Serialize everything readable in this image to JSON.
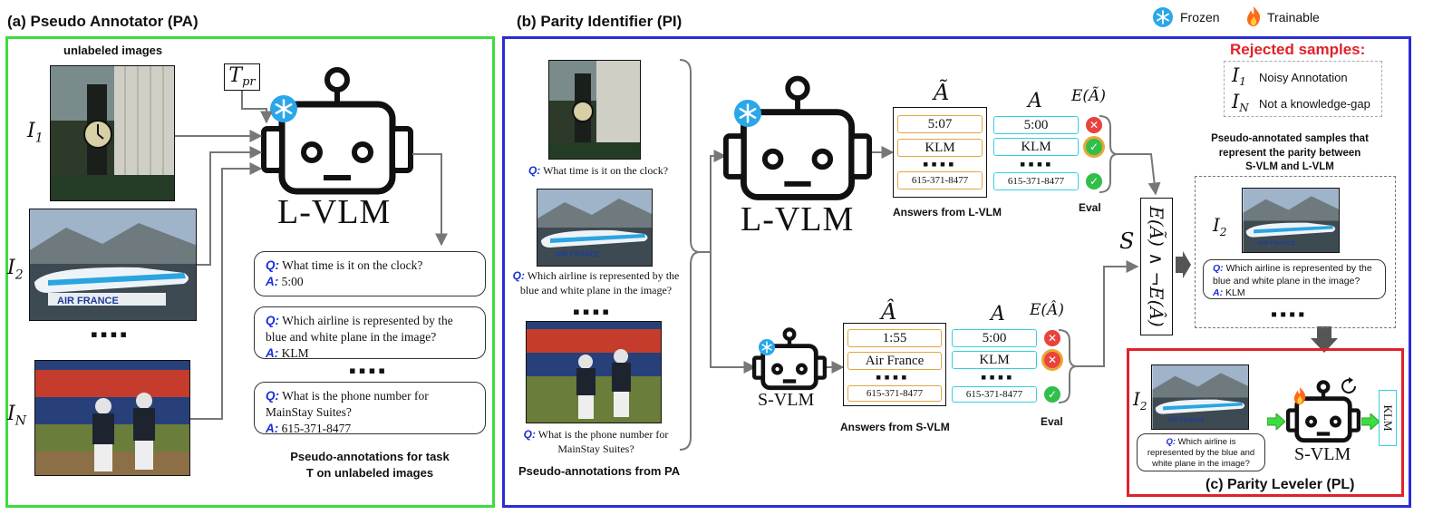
{
  "legend": {
    "frozen": "Frozen",
    "trainable": "Trainable"
  },
  "panel_a": {
    "title": "(a) Pseudo Annotator (PA)",
    "images_caption": "unlabeled images",
    "labels": [
      "I",
      "I",
      "I"
    ],
    "subs": [
      "1",
      "2",
      "N"
    ],
    "template_label": "T",
    "template_sub": "pr",
    "model": "L-VLM",
    "qa": [
      {
        "q": "Q:",
        "question": "What time is it on the clock?",
        "a": "A:",
        "answer": "5:00"
      },
      {
        "q": "Q:",
        "question": "Which airline is represented by the blue and white plane in the image?",
        "a": "A:",
        "answer": "KLM"
      },
      {
        "q": "Q:",
        "question": "What is the phone number for MainStay Suites?",
        "a": "A:",
        "answer": "615-371-8477"
      }
    ],
    "caption_line1": "Pseudo-annotations for task",
    "caption_line2": "T on unlabeled images",
    "dots": "▪▪▪▪"
  },
  "panel_b": {
    "title": "(b) Parity Identifier (PI)",
    "inputs": [
      {
        "q": "Q:",
        "question": "What time is it on the clock?"
      },
      {
        "q": "Q:",
        "question": "Which airline is represented by the blue and white plane in the image?"
      },
      {
        "q": "Q:",
        "question": "What is the phone number for MainStay Suites?"
      }
    ],
    "inputs_caption": "Pseudo-annotations from PA",
    "large_model": "L-VLM",
    "small_model": "S-VLM",
    "l_answers": [
      "5:07",
      "KLM",
      "615-371-8477"
    ],
    "l_gt": [
      "5:00",
      "KLM",
      "615-371-8477"
    ],
    "s_answers": [
      "1:55",
      "Air France",
      "615-371-8477"
    ],
    "s_gt": [
      "5:00",
      "KLM",
      "615-371-8477"
    ],
    "l_header": "Ã",
    "gt_header": "A",
    "s_header": "Â",
    "l_eval_header": "E(Ã)",
    "s_eval_header": "E(Â)",
    "l_answers_caption": "Answers from L-VLM",
    "s_answers_caption": "Answers from S-VLM",
    "eval_caption": "Eval",
    "selection_symbol": "S",
    "selection_expr": "E(Ã) ∧ ¬E(Â)",
    "rejected_title": "Rejected samples:",
    "rejected": [
      {
        "label": "I",
        "sub": "1",
        "reason": "Noisy Annotation"
      },
      {
        "label": "I",
        "sub": "N",
        "reason": "Not a knowledge-gap"
      }
    ],
    "parity_caption_lines": [
      "Pseudo-annotated samples that",
      "represent the parity between",
      "S-VLM and L-VLM"
    ],
    "parity_label": "I",
    "parity_sub": "2",
    "parity_q": "Q:",
    "parity_question": "Which airline is represented by the blue and white plane in the image?",
    "parity_a": "A:",
    "parity_answer": "KLM"
  },
  "panel_c": {
    "title": "(c) Parity Leveler (PL)",
    "label": "I",
    "sub": "2",
    "q": "Q:",
    "question": "Which airline is represented by the blue and white plane in the image?",
    "model": "S-VLM",
    "output": "KLM"
  },
  "colors": {
    "panel_a": "#3fdc3f",
    "panel_b": "#2b2bd6",
    "panel_c": "#e0222a",
    "frozen": "#2aa7e8",
    "trainable": "#ff6a1a",
    "correct": "#2fbf4a",
    "wrong": "#e8433f",
    "rejected_title": "#e0222a",
    "qa_marker": "#1a2fd6"
  },
  "icons": [
    "snowflake-icon",
    "flame-icon",
    "robot-icon",
    "check-icon",
    "cross-icon",
    "refresh-icon",
    "arrow-icon"
  ]
}
